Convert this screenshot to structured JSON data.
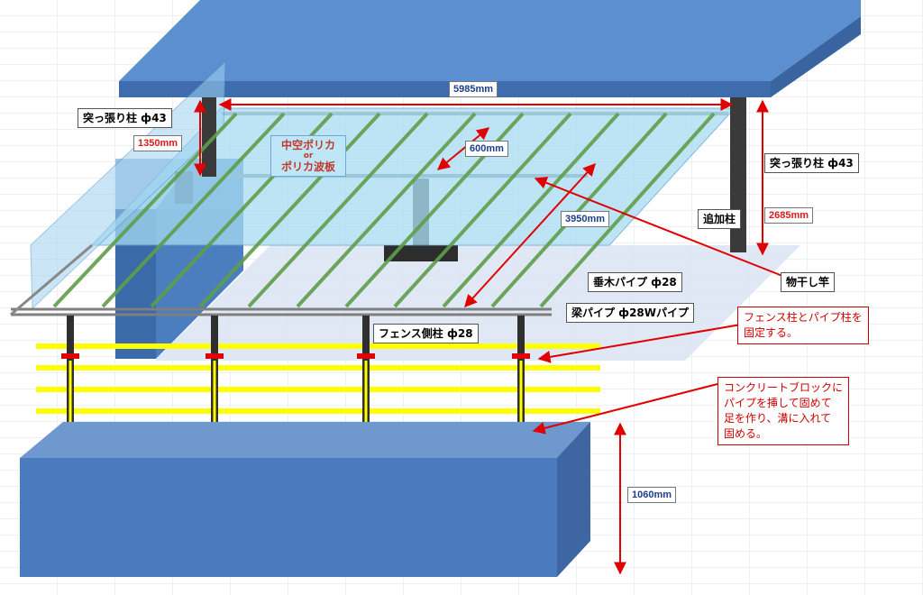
{
  "labels": {
    "prop_post_left": "突っ張り柱 ф43",
    "prop_post_right": "突っ張り柱 ф43",
    "added_post": "追加柱",
    "laundry_pole": "物干し竿",
    "rafter_pipe": "垂木パイプ ф28",
    "beam_pipe": "梁パイプ ф28Wパイプ",
    "fence_post": "フェンス側柱 ф28"
  },
  "dimensions": {
    "width": "5985mm",
    "left_height": "1350mm",
    "spacing": "600mm",
    "diagonal": "3950mm",
    "right_height": "2685mm",
    "base_height": "1060mm"
  },
  "material": {
    "line1": "中空ポリカ",
    "line2": "or",
    "line3": "ポリカ波板"
  },
  "notes": {
    "fence_fix": "フェンス柱とパイプ柱を\n固定する。",
    "block_fix": "コンクリートブロックに\nパイプを挿して固めて\n足を作り、溝に入れて\n固める。"
  },
  "colors": {
    "slab_top": "#4f7fbe",
    "slab_side": "#3d67a3",
    "panel": "#a6dcf2",
    "rafter": "#5f9e4a",
    "rail": "#ffff00",
    "arrow": "#e00000"
  }
}
